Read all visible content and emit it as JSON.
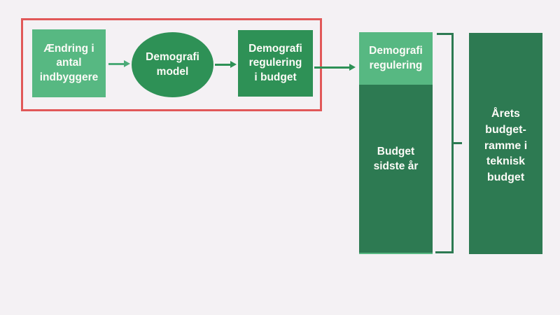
{
  "title": "Demografi budget flow-diagram",
  "colors": {
    "background": "#f4f1f4",
    "light_green": "#57b882",
    "bright_green": "#2e9156",
    "dark_green": "#2d7a52",
    "red_frame": "#e15858",
    "arrow_light_green": "#4caa78",
    "text_white": "#fcfbf7"
  },
  "process": {
    "steps": [
      {
        "id": "population-change",
        "shape": "rectangle",
        "label": "Ændring i\nantal\nindbyggere"
      },
      {
        "id": "demography-model",
        "shape": "ellipse",
        "label": "Demografi\nmodel"
      },
      {
        "id": "demography-regulation-in-budget",
        "shape": "rectangle",
        "label": "Demografi\nregulering\ni budget"
      }
    ]
  },
  "stacked_bar": {
    "segments": [
      {
        "id": "demography-regulation",
        "label": "Demografi\nregulering"
      },
      {
        "id": "budget-last-year",
        "label": "Budget\nsidste år"
      }
    ]
  },
  "result_bar": {
    "label": "Årets\nbudget-\nramme i\nteknisk\nbudget"
  }
}
